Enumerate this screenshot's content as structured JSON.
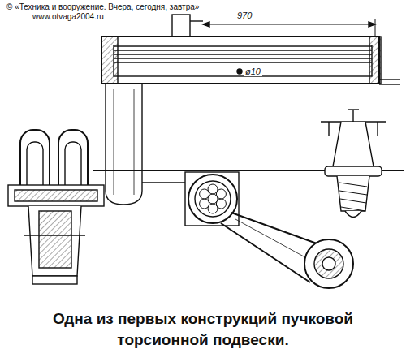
{
  "diagram": {
    "caption": "Одна из первых конструкций пучковой торсионной подвески.",
    "labels": [
      "© «Техника и вооружение. Вчера, сегодня, завтра»",
      "www.otvaga2004.ru",
      "970",
      "ø10"
    ]
  }
}
